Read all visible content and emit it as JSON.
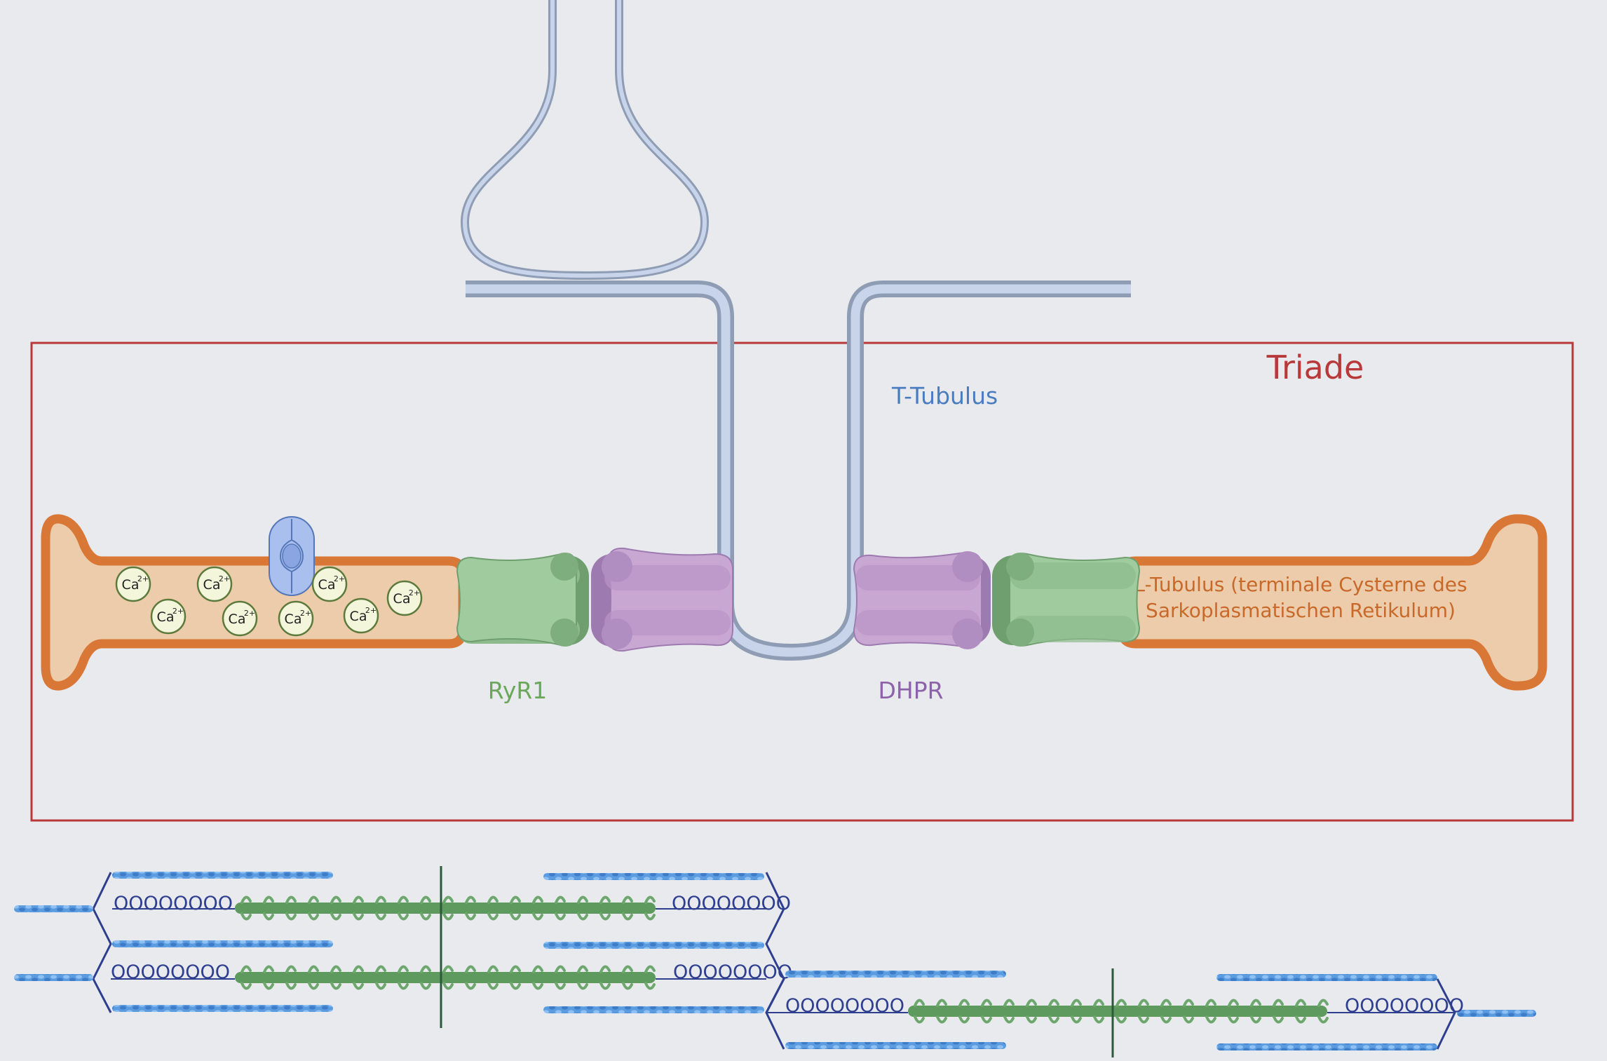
{
  "labels": {
    "triade": "Triade",
    "t_tubulus": "T-Tubulus",
    "l_tubulus_line1": "L-Tubulus (terminale Cysterne des",
    "l_tubulus_line2": "Sarkoplasmatischen Retikulum)",
    "ryr1": "RyR1",
    "dhpr": "DHPR"
  },
  "ion": {
    "base": "Ca",
    "charge": "2+"
  },
  "sarcomere": {
    "titin_coil": "OOOOOOOO"
  },
  "colors": {
    "background": "#e9eaee",
    "triad_frame": "#b8393a",
    "triade_text": "#b8393a",
    "t_tubule_fill": "#c7d4ea",
    "t_tubule_stroke": "#8e9cb4",
    "t_tubulus_text": "#4a7dbf",
    "sr_fill": "#ecccaa",
    "sr_stroke": "#d97736",
    "l_tubulus_text": "#c8692a",
    "ryr1_fill": "#9fcb9f",
    "ryr1_dark": "#6f9e6f",
    "ryr1_text": "#6aa75a",
    "dhpr_fill": "#c8a8d2",
    "dhpr_dark": "#9d7ab0",
    "dhpr_text": "#8c62a8",
    "calcium_fill": "#f4f6dc",
    "calcium_stroke": "#5c7a3b",
    "serca_fill": "#a9c0ef",
    "actin": "#4f8fd8",
    "myosin": "#5e9a5e",
    "z_disc": "#2f3f8f",
    "m_line": "#2a5a3a"
  }
}
